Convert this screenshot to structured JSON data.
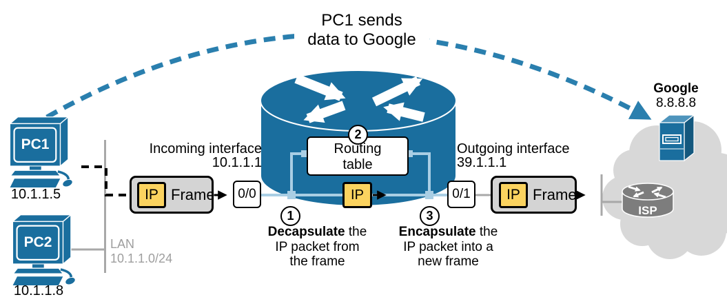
{
  "title": {
    "line1": "PC1 sends",
    "line2": "data to Google"
  },
  "pc1": {
    "name": "PC1",
    "ip": "10.1.1.5"
  },
  "pc2": {
    "name": "PC2",
    "ip": "10.1.1.8"
  },
  "lan": {
    "label": "LAN",
    "subnet": "10.1.1.0/24"
  },
  "incoming": {
    "label": "Incoming interface",
    "ip": "10.1.1.1"
  },
  "outgoing": {
    "label": "Outgoing interface",
    "ip": "39.1.1.1"
  },
  "ports": {
    "in": "0/0",
    "out": "0/1"
  },
  "frame_in": {
    "ip": "IP",
    "frame": "Frame"
  },
  "packet": {
    "ip": "IP"
  },
  "frame_out": {
    "ip": "IP",
    "frame": "Frame"
  },
  "router": {
    "table_line1": "Routing",
    "table_line2": "table"
  },
  "steps": {
    "one": {
      "num": "1",
      "bold": "Decapsulate",
      "line1_rest": " the",
      "line2": "IP packet from",
      "line3": "the frame"
    },
    "two": {
      "num": "2"
    },
    "three": {
      "num": "3",
      "bold": "Encapsulate",
      "line1_rest": " the",
      "line2": "IP packet into a",
      "line3": "new frame"
    }
  },
  "google": {
    "name": "Google",
    "ip": "8.8.8.8"
  },
  "isp": {
    "label": "ISP"
  },
  "colors": {
    "device_teal": "#1A6E9E",
    "link_lightblue": "#A9CEE4",
    "packet_yellow": "#FBD35F",
    "frame_gray": "#D4D4D4",
    "lan_gray": "#A0A0A0",
    "cloud_gray": "#D8D8D8",
    "isp_gray": "#7D7D7D",
    "arc_blue": "#2A7FAE"
  }
}
